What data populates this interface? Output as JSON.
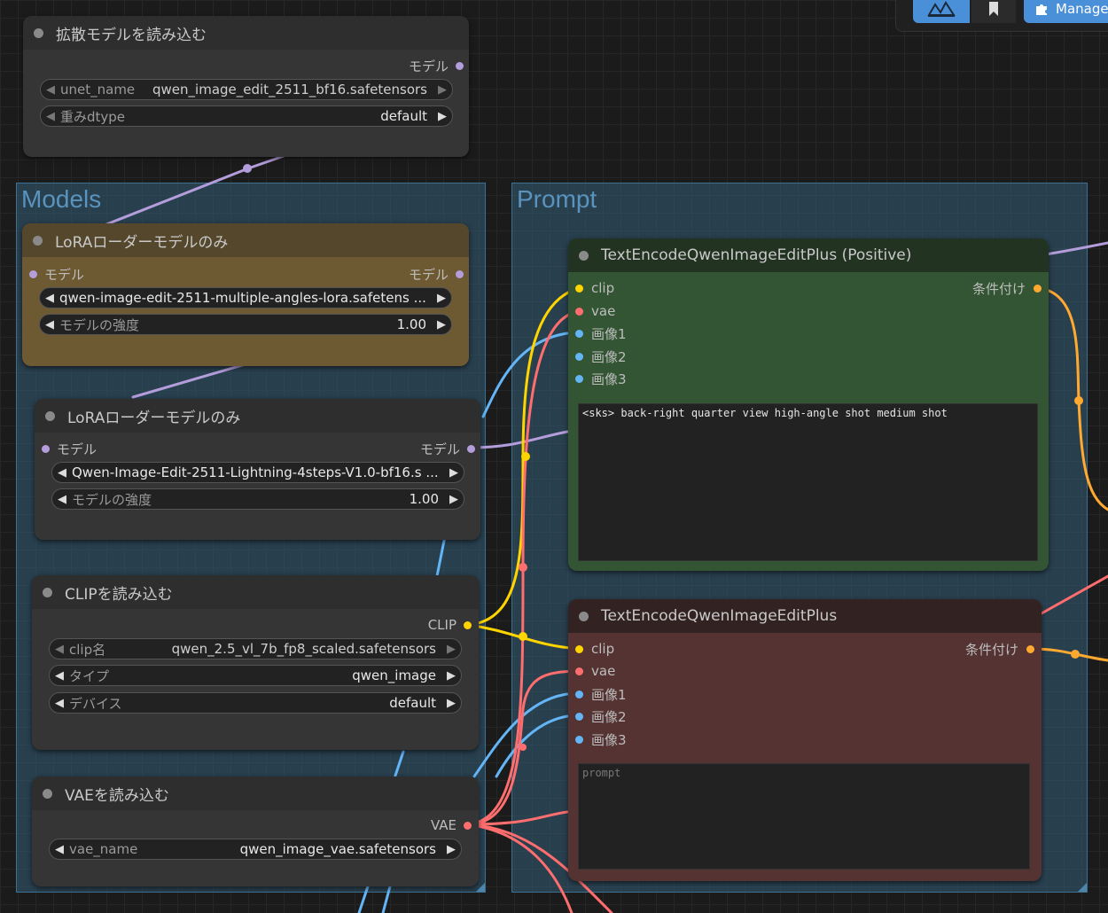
{
  "toolbar": {
    "manager_label": "Manage"
  },
  "groups": {
    "models": {
      "title": "Models"
    },
    "prompt": {
      "title": "Prompt"
    }
  },
  "nodes": {
    "diffusion": {
      "title": "拡散モデルを読み込む",
      "out_model": "モデル",
      "unet_name_label": "unet_name",
      "unet_name_value": "qwen_image_edit_2511_bf16.safetensors",
      "dtype_label": "重みdtype",
      "dtype_value": "default"
    },
    "lora1": {
      "title": "LoRAローダーモデルのみ",
      "in_model": "モデル",
      "out_model": "モデル",
      "lora_value": "qwen-image-edit-2511-multiple-angles-lora.safetens ...",
      "strength_label": "モデルの強度",
      "strength_value": "1.00"
    },
    "lora2": {
      "title": "LoRAローダーモデルのみ",
      "in_model": "モデル",
      "out_model": "モデル",
      "lora_value": "Qwen-Image-Edit-2511-Lightning-4steps-V1.0-bf16.s ...",
      "strength_label": "モデルの強度",
      "strength_value": "1.00"
    },
    "clip": {
      "title": "CLIPを読み込む",
      "out_clip": "CLIP",
      "clip_name_label": "clip名",
      "clip_name_value": "qwen_2.5_vl_7b_fp8_scaled.safetensors",
      "type_label": "タイプ",
      "type_value": "qwen_image",
      "device_label": "デバイス",
      "device_value": "default"
    },
    "vae": {
      "title": "VAEを読み込む",
      "out_vae": "VAE",
      "vae_name_label": "vae_name",
      "vae_name_value": "qwen_image_vae.safetensors"
    },
    "encode_pos": {
      "title": "TextEncodeQwenImageEditPlus (Positive)",
      "in_clip": "clip",
      "in_vae": "vae",
      "in_image1": "画像1",
      "in_image2": "画像2",
      "in_image3": "画像3",
      "out_cond": "条件付け",
      "prompt_text": "<sks> back-right quarter view high-angle shot medium shot"
    },
    "encode_neg": {
      "title": "TextEncodeQwenImageEditPlus",
      "in_clip": "clip",
      "in_vae": "vae",
      "in_image1": "画像1",
      "in_image2": "画像2",
      "in_image3": "画像3",
      "out_cond": "条件付け",
      "prompt_placeholder": "prompt"
    }
  },
  "colors": {
    "model_wire": "#b39ddb",
    "clip_wire": "#ffd500",
    "vae_wire": "#ff6e6e",
    "image_wire": "#64b5f6",
    "cond_wire": "#ffa931",
    "accent_button": "#4a90d9"
  },
  "icons": [
    "comfy-logo-icon",
    "bookmark-icon",
    "puzzle-icon",
    "arrow-left-icon",
    "arrow-right-icon"
  ]
}
